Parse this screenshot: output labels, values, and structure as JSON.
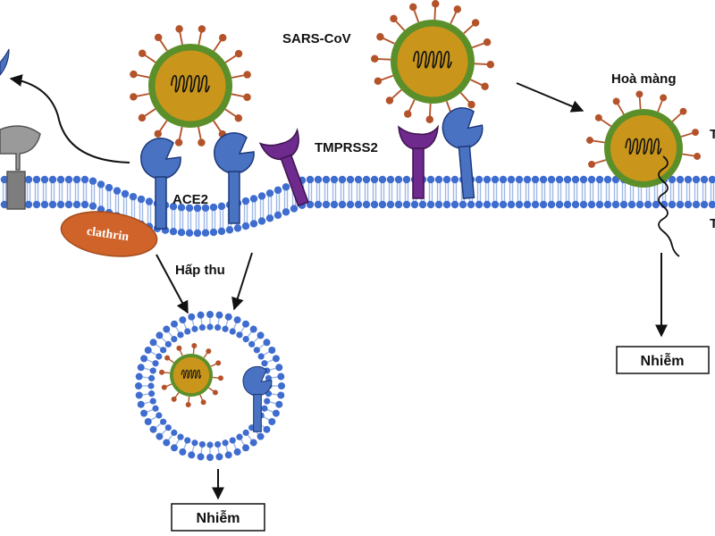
{
  "labels": {
    "sars_cov": "SARS-CoV",
    "ace2": "ACE2",
    "tmprss2": "TMPRSS2",
    "hoa_mang": "Hoà màng",
    "hap_thu": "Hấp thu",
    "clathrin": "clathrin",
    "nhiem_endocytosis": "Nhiễm",
    "nhiem_fusion": "Nhiễm",
    "edge_t_upper": "T",
    "edge_t_lower": "T"
  },
  "colors": {
    "membrane_head": "#3f6ccf",
    "membrane_tail": "#9fb8e6",
    "virus_core": "#c9961b",
    "virus_ring": "#5b8f2a",
    "spike": "#b4532a",
    "ace2": "#4a72c2",
    "tmprss2": "#6e2a8c",
    "clathrin": "#d0632a",
    "receptor_gray": "#9a9a9a"
  }
}
